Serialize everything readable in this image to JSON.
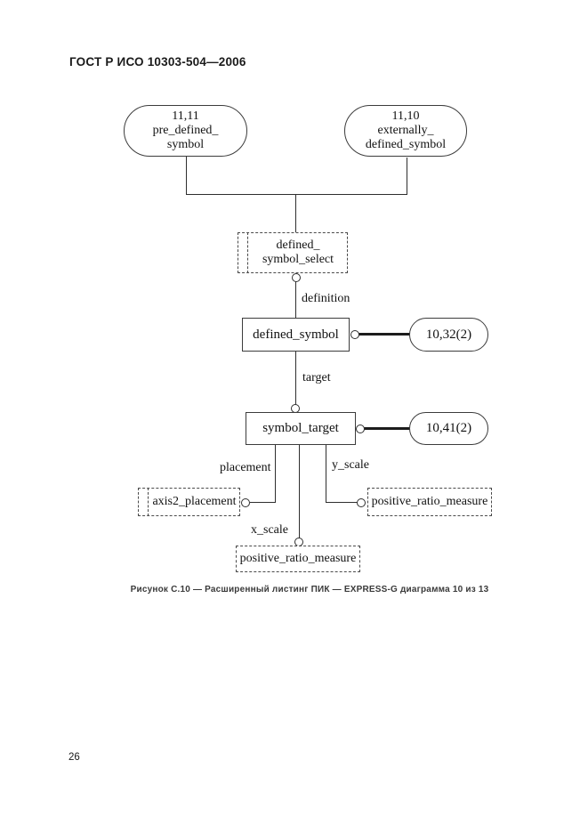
{
  "page": {
    "header": "ГОСТ Р ИСО 10303-504—2006",
    "caption": "Рисунок С.10 — Расширенный листинг ПИК — EXPRESS-G диаграмма 10 из 13",
    "page_number": "26"
  },
  "nodes": {
    "pre_defined_symbol": {
      "lines": [
        "11,11",
        "pre_defined_",
        "symbol"
      ]
    },
    "externally_defined_symbol": {
      "lines": [
        "11,10",
        "externally_",
        "defined_symbol"
      ]
    },
    "defined_symbol_select": {
      "lines": [
        "defined_",
        "symbol_select"
      ]
    },
    "defined_symbol": {
      "label": "defined_symbol"
    },
    "ref_10_32": {
      "label": "10,32(2)"
    },
    "symbol_target": {
      "label": "symbol_target"
    },
    "ref_10_41": {
      "label": "10,41(2)"
    },
    "axis2_placement": {
      "label": "axis2_placement"
    },
    "positive_ratio_measure_y": {
      "label": "positive_ratio_measure"
    },
    "positive_ratio_measure_x": {
      "label": "positive_ratio_measure"
    }
  },
  "edge_labels": {
    "definition": "definition",
    "target": "target",
    "placement": "placement",
    "y_scale": "y_scale",
    "x_scale": "x_scale"
  },
  "colors": {
    "background": "#ffffff",
    "line": "#2e2e2e",
    "text": "#111111"
  }
}
